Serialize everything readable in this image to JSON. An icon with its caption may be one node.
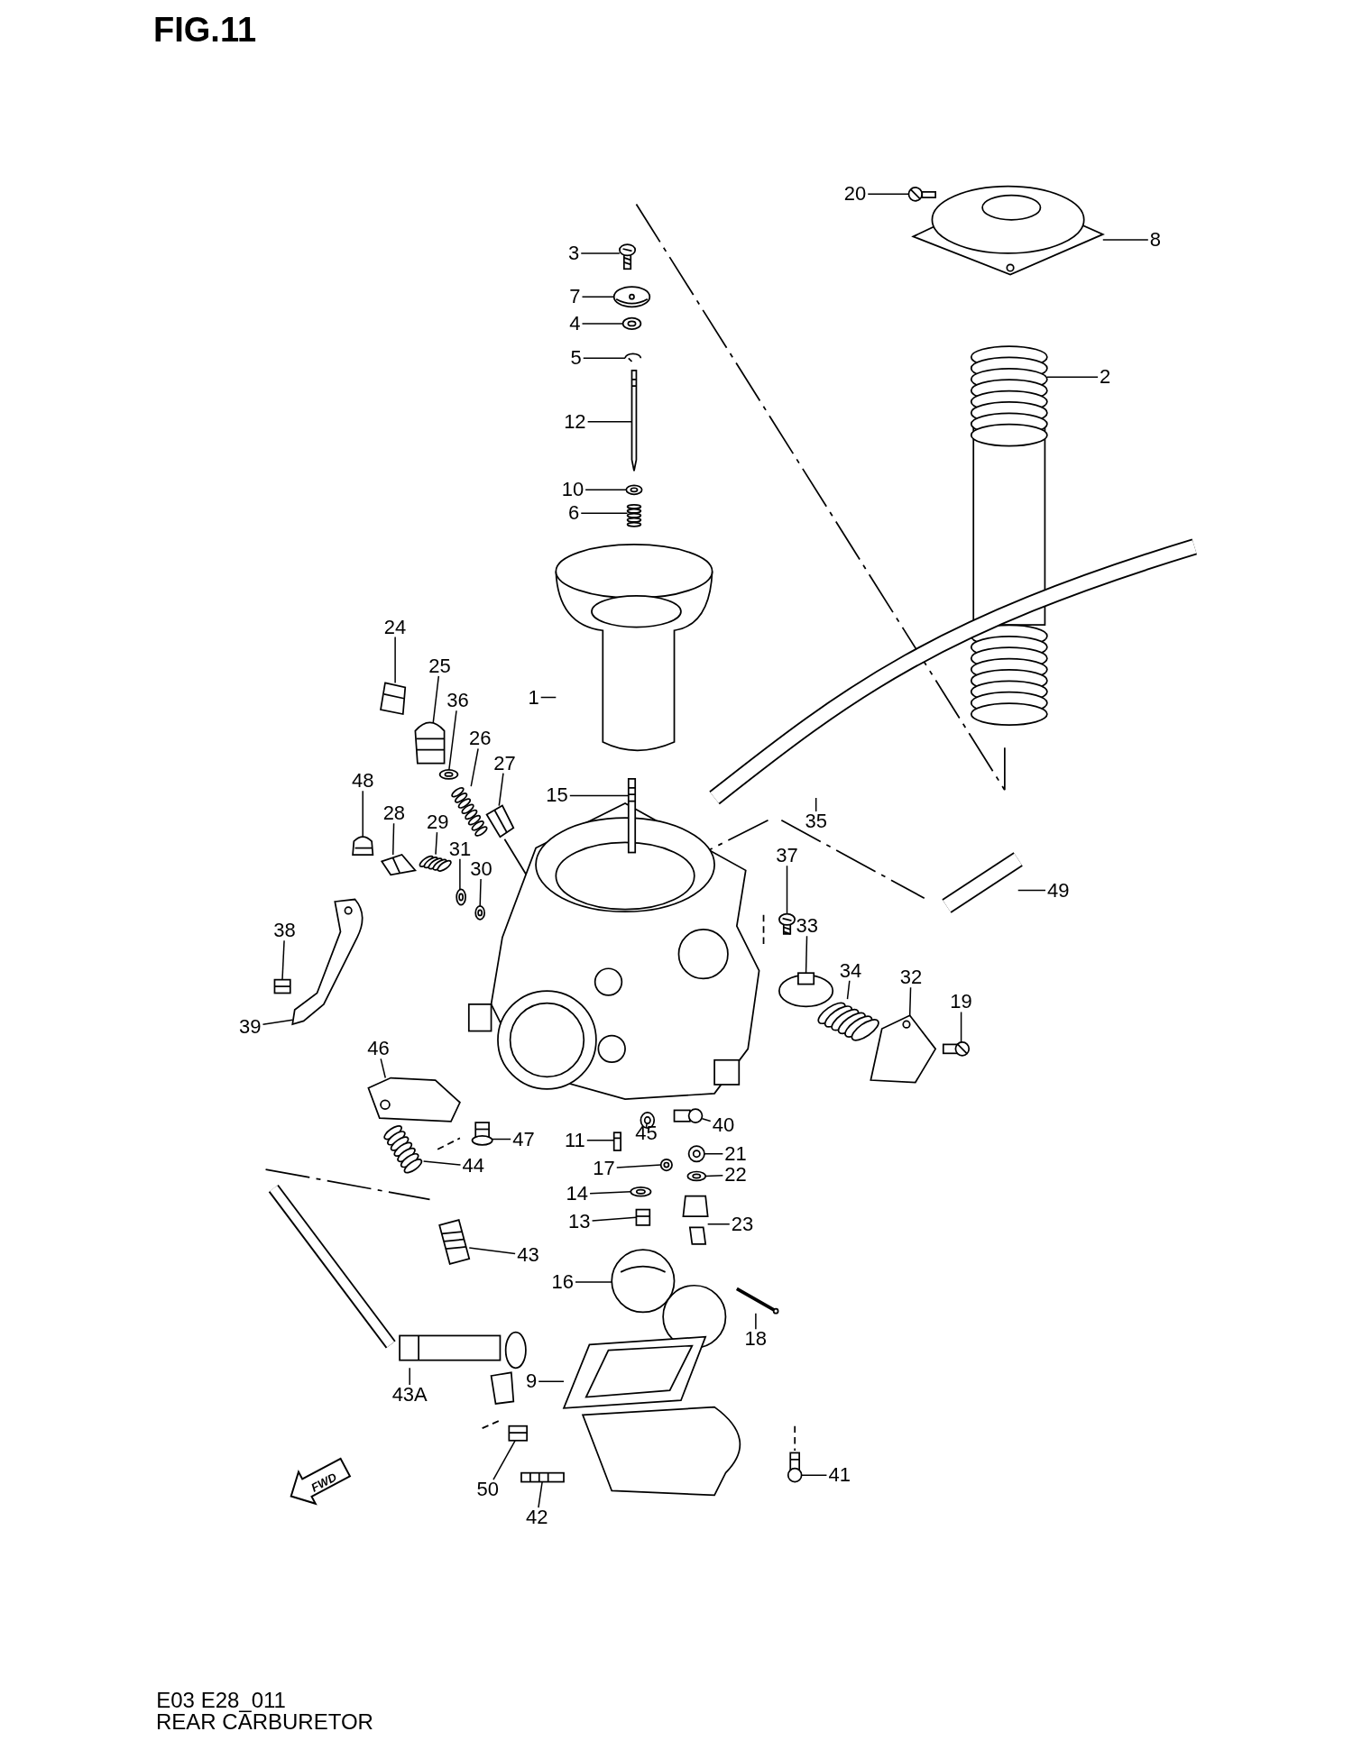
{
  "diagram": {
    "title": "FIG.11",
    "caption": "REAR CARBURETOR",
    "nodes": [
      {
        "text": [
          "20"
        ]
      },
      {
        "text": [
          "8"
        ]
      },
      {
        "text": [
          "3"
        ]
      },
      {
        "text": [
          "7"
        ]
      },
      {
        "text": [
          "4"
        ]
      },
      {
        "text": [
          "5"
        ]
      },
      {
        "text": [
          "2"
        ]
      },
      {
        "text": [
          "12"
        ]
      },
      {
        "text": [
          "10"
        ]
      },
      {
        "text": [
          "6"
        ]
      },
      {
        "text": [
          "24"
        ]
      },
      {
        "text": [
          "25"
        ]
      },
      {
        "text": [
          "1"
        ]
      },
      {
        "text": [
          "36"
        ]
      },
      {
        "text": [
          "26"
        ]
      },
      {
        "text": [
          "27"
        ]
      },
      {
        "text": [
          "48"
        ]
      },
      {
        "text": [
          "15"
        ]
      },
      {
        "text": [
          "35"
        ]
      },
      {
        "text": [
          "28"
        ]
      },
      {
        "text": [
          "29"
        ]
      },
      {
        "text": [
          "37"
        ]
      },
      {
        "text": [
          "31"
        ]
      },
      {
        "text": [
          "30"
        ]
      },
      {
        "text": [
          "49"
        ]
      },
      {
        "text": [
          "33"
        ]
      },
      {
        "text": [
          "38"
        ]
      },
      {
        "text": [
          "34"
        ]
      },
      {
        "text": [
          "32"
        ]
      },
      {
        "text": [
          "19"
        ]
      },
      {
        "text": [
          "39"
        ]
      },
      {
        "text": [
          "46"
        ]
      },
      {
        "text": [
          "40"
        ]
      },
      {
        "text": [
          "45"
        ]
      },
      {
        "text": [
          "47"
        ]
      },
      {
        "text": [
          "11"
        ]
      },
      {
        "text": [
          "21"
        ]
      },
      {
        "text": [
          "17"
        ]
      },
      {
        "text": [
          "22"
        ]
      },
      {
        "text": [
          "44"
        ]
      },
      {
        "text": [
          "14"
        ]
      },
      {
        "text": [
          "23"
        ]
      },
      {
        "text": [
          "13"
        ]
      },
      {
        "text": [
          "43"
        ]
      },
      {
        "text": [
          "16"
        ]
      },
      {
        "text": [
          "18"
        ]
      },
      {
        "text": [
          "9"
        ]
      },
      {
        "text": [
          "43A"
        ]
      },
      {
        "text": [
          "41"
        ]
      },
      {
        "text": [
          "50"
        ]
      },
      {
        "text": [
          "42"
        ]
      },
      {
        "text": [],
        "shape": "picture"
      },
      {
        "text": [],
        "shape": "picture"
      },
      {
        "text": [],
        "shape": "picture"
      },
      {
        "text": [],
        "shape": "picture"
      },
      {
        "text": [],
        "shape": "picture"
      },
      {
        "text": [],
        "shape": "picture"
      },
      {
        "text": [],
        "shape": "picture"
      },
      {
        "text": [],
        "shape": "picture"
      },
      {
        "text": [],
        "shape": "picture"
      },
      {
        "text": [],
        "shape": "picture"
      },
      {
        "text": [],
        "shape": "picture"
      },
      {
        "text": [],
        "shape": "picture"
      },
      {
        "text": [],
        "shape": "picture"
      },
      {
        "text": [],
        "shape": "picture"
      },
      {
        "text": [],
        "shape": "picture"
      },
      {
        "text": [],
        "shape": "picture"
      },
      {
        "text": [],
        "shape": "picture"
      },
      {
        "text": [],
        "shape": "picture"
      },
      {
        "text": [],
        "shape": "picture"
      },
      {
        "text": [],
        "shape": "picture"
      },
      {
        "text": [],
        "shape": "picture"
      },
      {
        "text": [],
        "shape": "picture"
      },
      {
        "text": [],
        "shape": "picture"
      },
      {
        "text": [],
        "shape": "picture"
      },
      {
        "text": [],
        "shape": "picture"
      },
      {
        "text": [],
        "shape": "picture"
      },
      {
        "text": [],
        "shape": "picture"
      },
      {
        "text": [],
        "shape": "picture"
      },
      {
        "text": [],
        "shape": "picture"
      },
      {
        "text": [],
        "shape": "picture"
      },
      {
        "text": [],
        "shape": "picture"
      },
      {
        "text": [],
        "shape": "picture"
      },
      {
        "text": [],
        "shape": "picture"
      },
      {
        "text": [],
        "shape": "picture"
      },
      {
        "text": [],
        "shape": "picture"
      },
      {
        "text": [],
        "shape": "picture"
      },
      {
        "text": [],
        "shape": "picture"
      },
      {
        "text": [],
        "shape": "picture"
      },
      {
        "text": [],
        "shape": "picture"
      },
      {
        "text": [],
        "shape": "picture"
      },
      {
        "text": [],
        "shape": "picture"
      },
      {
        "text": [],
        "shape": "picture"
      },
      {
        "text": [],
        "shape": "picture"
      },
      {
        "text": [],
        "shape": "picture"
      },
      {
        "text": [],
        "shape": "picture"
      },
      {
        "text": [],
        "shape": "picture"
      },
      {
        "text": [],
        "shape": "picture"
      },
      {
        "text": [],
        "shape": "picture"
      },
      {
        "text": [],
        "shape": "picture"
      },
      {
        "text": [],
        "shape": "picture"
      },
      {
        "text": [],
        "shape": "picture"
      }
    ],
    "edges": [
      {
        "from": 0,
        "to": 51,
        "arrow": "none"
      },
      {
        "from": 1,
        "to": 52,
        "arrow": "none"
      },
      {
        "from": 2,
        "to": 53,
        "arrow": "none"
      },
      {
        "from": 3,
        "to": 54,
        "arrow": "none"
      },
      {
        "from": 4,
        "to": 55,
        "arrow": "none"
      },
      {
        "from": 5,
        "to": 56,
        "arrow": "none"
      },
      {
        "from": 6,
        "to": 57,
        "arrow": "none"
      },
      {
        "from": 7,
        "to": 58,
        "arrow": "none"
      },
      {
        "from": 8,
        "to": 59,
        "arrow": "none"
      },
      {
        "from": 9,
        "to": 60,
        "arrow": "none"
      },
      {
        "from": 10,
        "to": 61,
        "arrow": "none"
      },
      {
        "from": 11,
        "to": 62,
        "arrow": "none"
      },
      {
        "from": 12,
        "to": 63,
        "arrow": "none"
      },
      {
        "from": 13,
        "to": 64,
        "arrow": "none"
      },
      {
        "from": 14,
        "to": 65,
        "arrow": "none"
      },
      {
        "from": 15,
        "to": 66,
        "arrow": "none"
      },
      {
        "from": 16,
        "to": 67,
        "arrow": "none"
      },
      {
        "from": 17,
        "to": 68,
        "arrow": "none"
      },
      {
        "from": 18,
        "to": 69,
        "arrow": "none"
      },
      {
        "from": 19,
        "to": 70,
        "arrow": "none"
      },
      {
        "from": 20,
        "to": 71,
        "arrow": "none"
      },
      {
        "from": 21,
        "to": 72,
        "arrow": "none"
      },
      {
        "from": 22,
        "to": 73,
        "arrow": "none"
      },
      {
        "from": 23,
        "to": 74,
        "arrow": "none"
      },
      {
        "from": 24,
        "to": 75,
        "arrow": "none"
      },
      {
        "from": 25,
        "to": 76,
        "arrow": "none"
      },
      {
        "from": 26,
        "to": 77,
        "arrow": "none"
      },
      {
        "from": 27,
        "to": 78,
        "arrow": "none"
      },
      {
        "from": 28,
        "to": 79,
        "arrow": "none"
      },
      {
        "from": 29,
        "to": 80,
        "arrow": "none"
      },
      {
        "from": 30,
        "to": 81,
        "arrow": "none"
      },
      {
        "from": 31,
        "to": 82,
        "arrow": "none"
      },
      {
        "from": 32,
        "to": 83,
        "arrow": "none"
      },
      {
        "from": 33,
        "to": 84,
        "arrow": "none"
      },
      {
        "from": 34,
        "to": 85,
        "arrow": "none"
      },
      {
        "from": 35,
        "to": 86,
        "arrow": "none"
      },
      {
        "from": 36,
        "to": 87,
        "arrow": "none"
      },
      {
        "from": 37,
        "to": 88,
        "arrow": "none"
      },
      {
        "from": 38,
        "to": 89,
        "arrow": "none"
      },
      {
        "from": 39,
        "to": 90,
        "arrow": "none"
      },
      {
        "from": 40,
        "to": 91,
        "arrow": "none"
      },
      {
        "from": 41,
        "to": 92,
        "arrow": "none"
      },
      {
        "from": 42,
        "to": 93,
        "arrow": "none"
      },
      {
        "from": 43,
        "to": 94,
        "arrow": "none"
      },
      {
        "from": 44,
        "to": 95,
        "arrow": "none"
      },
      {
        "from": 45,
        "to": 96,
        "arrow": "none"
      },
      {
        "from": 46,
        "to": 97,
        "arrow": "none"
      },
      {
        "from": 47,
        "to": 98,
        "arrow": "none"
      },
      {
        "from": 48,
        "to": 99,
        "arrow": "none"
      },
      {
        "from": 49,
        "to": 100,
        "arrow": "none"
      },
      {
        "from": 50,
        "to": 101,
        "arrow": "none"
      }
    ],
    "labels": [
      "FWD",
      "E03 E28_011"
    ]
  }
}
